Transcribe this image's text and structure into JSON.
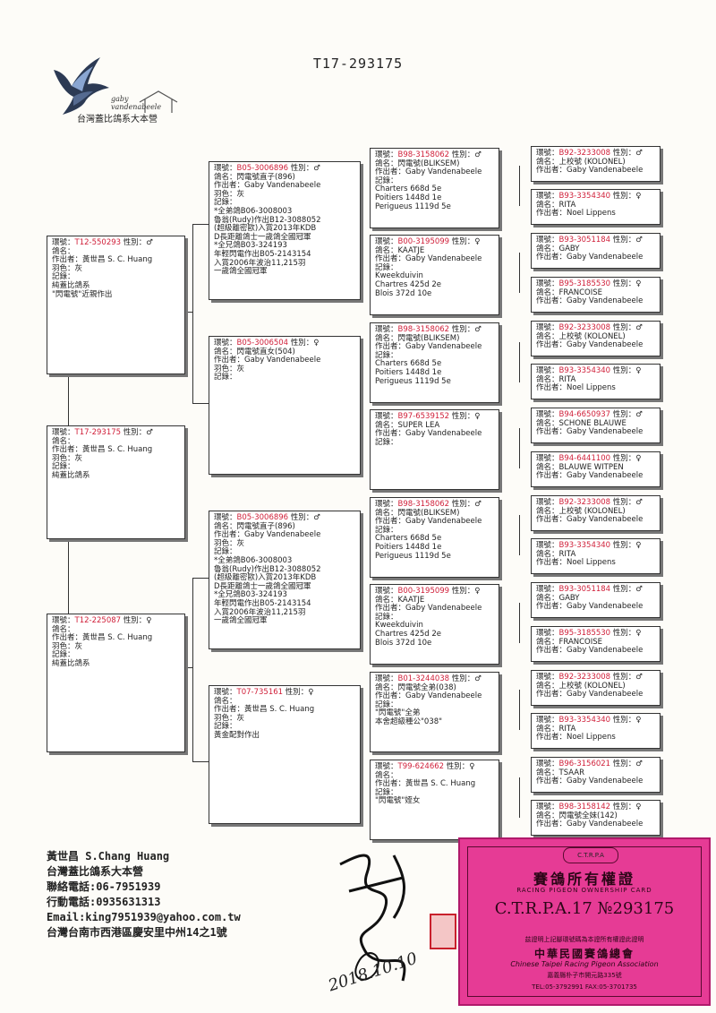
{
  "title": "T17-293175",
  "logo": {
    "name": "台灣蓋比鴿系大本營",
    "script": "gaby vandenabeele"
  },
  "boxes": [
    {
      "id": "subject",
      "lines": [
        {
          "p": "環號：",
          "r": "T17-293175",
          "s": " 性別：♂"
        },
        "鴿名：",
        "作出者：黃世昌 S. C. Huang",
        "羽色：灰",
        "記錄：",
        "純蓋比鴿系"
      ]
    },
    {
      "id": "sire",
      "lines": [
        {
          "p": "環號：",
          "r": "T12-550293",
          "s": " 性別：♂"
        },
        "鴿名：",
        "作出者：黃世昌 S. C. Huang",
        "羽色：灰",
        "記錄：",
        "純蓋比鴿系",
        "\"閃電號\"近親作出"
      ]
    },
    {
      "id": "dam",
      "lines": [
        {
          "p": "環號：",
          "r": "T12-225087",
          "s": " 性別：♀"
        },
        "鴿名：",
        "作出者：黃世昌 S. C. Huang",
        "羽色：灰",
        "記錄：",
        "純蓋比鴿系"
      ]
    },
    {
      "id": "ss",
      "lines": [
        {
          "p": "環號：",
          "r": "B05-3006896",
          "s": " 性別：♂"
        },
        "鴿名：閃電號直子(896)",
        "作出者：Gaby Vandenabeele",
        "羽色：灰",
        "記錄：",
        "*全弟鴿B06-3008003",
        "魯翁(Rudy)作出B12-3088052",
        "(超級離密歐)入賞2013年KDB",
        "D長距離鴿士一歲鴿全國冠軍",
        "*全兄鴿B03-324193",
        "年輕閃電作出B05-2143154",
        "入賞2006年波治11,215羽",
        "一歲鴿全國冠軍"
      ]
    },
    {
      "id": "sd",
      "lines": [
        {
          "p": "環號：",
          "r": "B05-3006504",
          "s": " 性別：♀"
        },
        "鴿名：閃電號直女(504)",
        "作出者：Gaby Vandenabeele",
        "羽色：灰",
        "記錄："
      ]
    },
    {
      "id": "ds",
      "lines": [
        {
          "p": "環號：",
          "r": "B05-3006896",
          "s": " 性別：♂"
        },
        "鴿名：閃電號直子(896)",
        "作出者：Gaby Vandenabeele",
        "羽色：灰",
        "記錄：",
        "*全弟鴿B06-3008003",
        "魯翁(Rudy)作出B12-3088052",
        "(超級離密歐)入賞2013年KDB",
        "D長距離鴿士一歲鴿全國冠軍",
        "*全兄鴿B03-324193",
        "年輕閃電作出B05-2143154",
        "入賞2006年波治11,215羽",
        "一歲鴿全國冠軍"
      ]
    },
    {
      "id": "dd",
      "lines": [
        {
          "p": "環號：",
          "r": "T07-735161",
          "s": " 性別：♀"
        },
        "鴿名：",
        "作出者：黃世昌 S. C. Huang",
        "羽色：灰",
        "記錄：",
        "黃金配對作出"
      ]
    },
    {
      "id": "g1",
      "lines": [
        {
          "p": "環號：",
          "r": "B98-3158062",
          "s": " 性別：♂"
        },
        "鴿名：閃電號(BLIKSEM)",
        "作出者：Gaby Vandenabeele",
        "記錄：",
        "Charters 668d 5e",
        "Poitiers 1448d 1e",
        "Perigueus 1119d 5e"
      ]
    },
    {
      "id": "g2",
      "lines": [
        {
          "p": "環號：",
          "r": "B00-3195099",
          "s": " 性別：♀"
        },
        "鴿名：KAATJE",
        "作出者：Gaby Vandenabeele",
        "記錄：",
        "Kweekduivin",
        "Chartres 425d 2e",
        "Blois 372d 10e"
      ]
    },
    {
      "id": "g3",
      "lines": [
        {
          "p": "環號：",
          "r": "B98-3158062",
          "s": " 性別：♂"
        },
        "鴿名：閃電號(BLIKSEM)",
        "作出者：Gaby Vandenabeele",
        "記錄：",
        "Charters 668d 5e",
        "Poitiers 1448d 1e",
        "Perigueus 1119d 5e"
      ]
    },
    {
      "id": "g4",
      "lines": [
        {
          "p": "環號：",
          "r": "B97-6539152",
          "s": " 性別：♀"
        },
        "鴿名：SUPER LEA",
        "作出者：Gaby Vandenabeele",
        "記錄："
      ]
    },
    {
      "id": "g5",
      "lines": [
        {
          "p": "環號：",
          "r": "B98-3158062",
          "s": " 性別：♂"
        },
        "鴿名：閃電號(BLIKSEM)",
        "作出者：Gaby Vandenabeele",
        "記錄：",
        "Charters 668d 5e",
        "Poitiers 1448d 1e",
        "Perigueus 1119d 5e"
      ]
    },
    {
      "id": "g6",
      "lines": [
        {
          "p": "環號：",
          "r": "B00-3195099",
          "s": " 性別：♀"
        },
        "鴿名：KAATJE",
        "作出者：Gaby Vandenabeele",
        "記錄：",
        "Kweekduivin",
        "Chartres 425d 2e",
        "Blois 372d 10e"
      ]
    },
    {
      "id": "g7",
      "lines": [
        {
          "p": "環號：",
          "r": "B01-3244038",
          "s": " 性別：♂"
        },
        "鴿名：閃電號全弟(038)",
        "作出者：Gaby Vandenabeele",
        "記錄：",
        "\"閃電號\"全弟",
        "本舍超級種公\"038\""
      ]
    },
    {
      "id": "g8",
      "lines": [
        {
          "p": "環號：",
          "r": "T99-624662",
          "s": " 性別：♀"
        },
        "鴿名：",
        "作出者：黃世昌 S. C. Huang",
        "記錄：",
        "\"閃電號\"姪女"
      ]
    },
    {
      "id": "ggg1",
      "lines": [
        {
          "p": "環號：",
          "r": "B92-3233008",
          "s": " 性別：♂"
        },
        "鴿名：上校號 (KOLONEL)",
        "作出者：Gaby Vandenabeele"
      ]
    },
    {
      "id": "ggg2",
      "lines": [
        {
          "p": "環號：",
          "r": "B93-3354340",
          "s": " 性別：♀"
        },
        "鴿名：RITA",
        "作出者：Noel Lippens"
      ]
    },
    {
      "id": "ggg3",
      "lines": [
        {
          "p": "環號：",
          "r": "B93-3051184",
          "s": " 性別：♂"
        },
        "鴿名：GABY",
        "作出者：Gaby Vandenabeele"
      ]
    },
    {
      "id": "ggg4",
      "lines": [
        {
          "p": "環號：",
          "r": "B95-3185530",
          "s": " 性別：♀"
        },
        "鴿名：FRANCOISE",
        "作出者：Gaby Vandenabeele"
      ]
    },
    {
      "id": "ggg5",
      "lines": [
        {
          "p": "環號：",
          "r": "B92-3233008",
          "s": " 性別：♂"
        },
        "鴿名：上校號 (KOLONEL)",
        "作出者：Gaby Vandenabeele"
      ]
    },
    {
      "id": "ggg6",
      "lines": [
        {
          "p": "環號：",
          "r": "B93-3354340",
          "s": " 性別：♀"
        },
        "鴿名：RITA",
        "作出者：Noel Lippens"
      ]
    },
    {
      "id": "ggg7",
      "lines": [
        {
          "p": "環號：",
          "r": "B94-6650937",
          "s": " 性別：♂"
        },
        "鴿名：SCHONE BLAUWE",
        "作出者：Gaby Vandenabeele"
      ]
    },
    {
      "id": "ggg8",
      "lines": [
        {
          "p": "環號：",
          "r": "B94-6441100",
          "s": " 性別：♀"
        },
        "鴿名：BLAUWE WITPEN",
        "作出者：Gaby Vandenabeele"
      ]
    },
    {
      "id": "ggg9",
      "lines": [
        {
          "p": "環號：",
          "r": "B92-3233008",
          "s": " 性別：♂"
        },
        "鴿名：上校號 (KOLONEL)",
        "作出者：Gaby Vandenabeele"
      ]
    },
    {
      "id": "ggg10",
      "lines": [
        {
          "p": "環號：",
          "r": "B93-3354340",
          "s": " 性別：♀"
        },
        "鴿名：RITA",
        "作出者：Noel Lippens"
      ]
    },
    {
      "id": "ggg11",
      "lines": [
        {
          "p": "環號：",
          "r": "B93-3051184",
          "s": " 性別：♂"
        },
        "鴿名：GABY",
        "作出者：Gaby Vandenabeele"
      ]
    },
    {
      "id": "ggg12",
      "lines": [
        {
          "p": "環號：",
          "r": "B95-3185530",
          "s": " 性別：♀"
        },
        "鴿名：FRANCOISE",
        "作出者：Gaby Vandenabeele"
      ]
    },
    {
      "id": "ggg13",
      "lines": [
        {
          "p": "環號：",
          "r": "B92-3233008",
          "s": " 性別：♂"
        },
        "鴿名：上校號 (KOLONEL)",
        "作出者：Gaby Vandenabeele"
      ]
    },
    {
      "id": "ggg14",
      "lines": [
        {
          "p": "環號：",
          "r": "B93-3354340",
          "s": " 性別：♀"
        },
        "鴿名：RITA",
        "作出者：Noel Lippens"
      ]
    },
    {
      "id": "ggg15",
      "lines": [
        {
          "p": "環號：",
          "r": "B96-3156021",
          "s": " 性別：♂"
        },
        "鴿名：TSAAR",
        "作出者：Gaby Vandenabeele"
      ]
    },
    {
      "id": "ggg16",
      "lines": [
        {
          "p": "環號：",
          "r": "B98-3158142",
          "s": " 性別：♀"
        },
        "鴿名：閃電號全妹(142)",
        "作出者：Gaby Vandenabeele"
      ]
    }
  ],
  "footer": {
    "lines": [
      "黃世昌 S.Chang Huang",
      "台灣蓋比鴿系大本營",
      "聯絡電話:06-7951939",
      "行動電話:0935631313",
      "Email:king7951939@yahoo.com.tw",
      "台灣台南市西港區慶安里中州14之1號"
    ]
  },
  "card": {
    "badge": "C.T.R.P.A",
    "title": "賽鴿所有權證",
    "subtitle": "RACING PIGEON OWNERSHIP CARD",
    "number": "C.T.R.P.A.17 №293175",
    "note": "茲證明上記腳環號碼為本證所有權證此證明",
    "org": "中華民國賽鴿總會",
    "org_en": "Chinese Taipei Racing Pigeon Association",
    "address": "嘉義縣朴子市開元路335號",
    "tel": "TEL:05-3792991   FAX:05-3701735"
  },
  "signature_date": "2018.10.10",
  "colors": {
    "ring": "#d0203a",
    "card": "#e63b95"
  }
}
